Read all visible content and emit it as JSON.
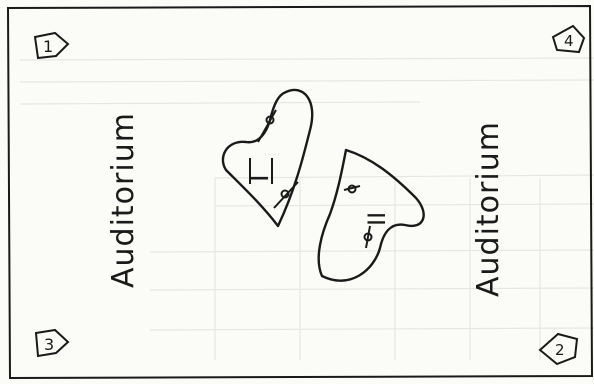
{
  "labels": {
    "left_title": "Auditorium",
    "right_title": "Auditorium",
    "corner_1": "1",
    "corner_2": "2",
    "corner_3": "3",
    "corner_4": "4",
    "shape_1_label": "I",
    "shape_2_label": "II"
  },
  "colors": {
    "ink": "#1a1a1a",
    "paper": "#fbfbf8",
    "bleed": "#e4e4e0"
  }
}
